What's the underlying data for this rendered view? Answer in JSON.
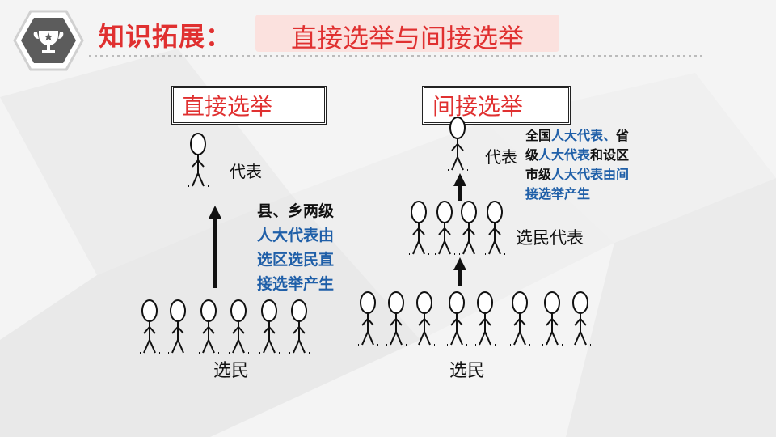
{
  "header": {
    "section_label": "知识拓展：",
    "topic": "直接选举与间接选举",
    "icon": "trophy-icon"
  },
  "direct": {
    "title": "直接选举",
    "representative_label": "代表",
    "voters_label": "选民",
    "desc_line1": "县、乡两级",
    "desc_line2": "人大代表由",
    "desc_line3": "选区选民直",
    "desc_line4": "接选举产生"
  },
  "indirect": {
    "title": "间接选举",
    "representative_label": "代表",
    "delegates_label": "选民代表",
    "voters_label": "选民",
    "desc": [
      {
        "a": "全国",
        "b": "人大代表、",
        "c": "省"
      },
      {
        "a": "级",
        "b": "人大代表",
        "c": "和设区"
      },
      {
        "a": "市级",
        "b": "人大代表由间",
        "c": ""
      },
      {
        "a": "",
        "b": "接选举产生",
        "c": ""
      }
    ]
  },
  "colors": {
    "accent": "#e03030",
    "blue": "#1f5fa8",
    "subtitle_bg": "#fbe1de"
  }
}
